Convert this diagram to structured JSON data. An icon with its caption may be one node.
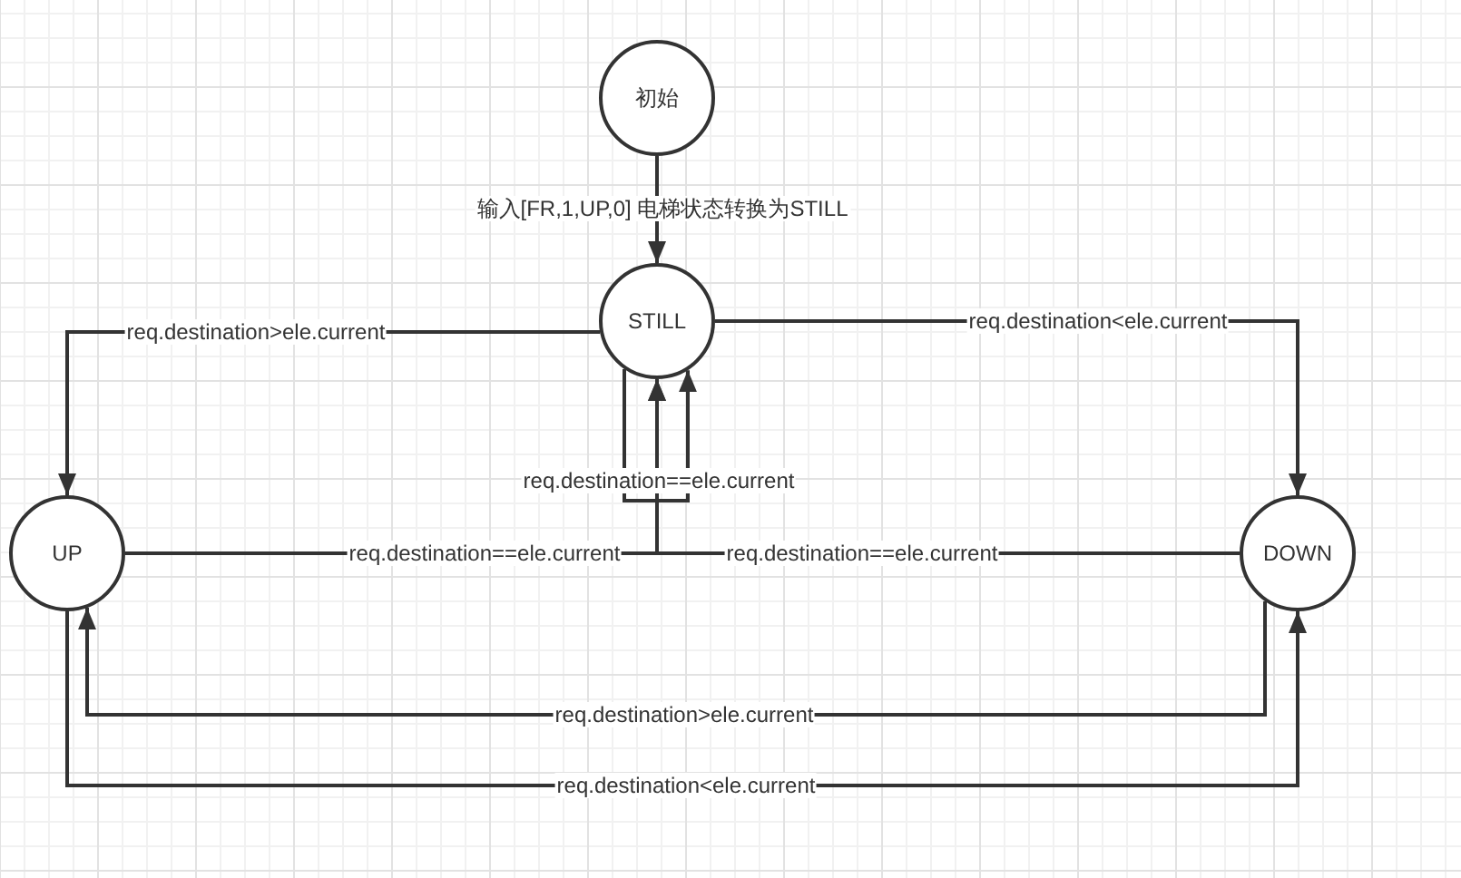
{
  "diagram": {
    "nodes": [
      {
        "text": [
          "初始"
        ]
      },
      {
        "text": [
          "STILL"
        ]
      },
      {
        "text": [
          "UP"
        ]
      },
      {
        "text": [
          "DOWN"
        ]
      }
    ],
    "edges": [
      {
        "from": 0,
        "to": 1,
        "arrow": "to",
        "label": "输入[FR,1,UP,0] 电梯状态转换为STILL"
      },
      {
        "from": 1,
        "to": 2,
        "arrow": "to",
        "label": "req.destination>ele.current"
      },
      {
        "from": 1,
        "to": 3,
        "arrow": "to",
        "label": "req.destination<ele.current"
      },
      {
        "from": 1,
        "to": 1,
        "arrow": "to",
        "label": "req.destination==ele.current"
      },
      {
        "from": 2,
        "to": 1,
        "arrow": "to",
        "label": "req.destination==ele.current"
      },
      {
        "from": 3,
        "to": 1,
        "arrow": "to",
        "label": "req.destination==ele.current"
      },
      {
        "from": 3,
        "to": 2,
        "arrow": "to",
        "label": "req.destination>ele.current"
      },
      {
        "from": 2,
        "to": 3,
        "arrow": "to",
        "label": "req.destination<ele.current"
      }
    ]
  }
}
